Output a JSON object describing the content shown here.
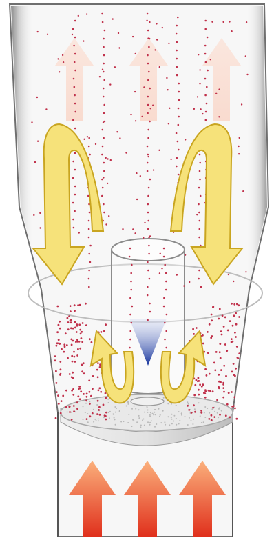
{
  "diagram": {
    "caption": "",
    "colors": {
      "background": "#ffffff",
      "vessel_outline": "#6f6f6f",
      "vessel_shade": "#d9d9d9",
      "particle": "#c0304a",
      "recirculation_arrow_fill": "#f6e27a",
      "recirculation_arrow_edge": "#c9a520",
      "inlet_arrow_top": "#f7b07a",
      "inlet_arrow_bottom": "#e8381e",
      "exit_arrow": "#f7c3b0",
      "spray_zone": "#1e3fa0"
    },
    "icons": {
      "inlet_air": "up-arrow-icon",
      "exhaust_air": "up-arrow-icon",
      "recirculation": "curved-arrow-icon",
      "spray": "spray-cone-icon"
    },
    "counts": {
      "inlet_arrows": 3,
      "exhaust_arrows": 3,
      "recirculation_arrows_outer": 2,
      "recirculation_arrows_inner": 2
    }
  }
}
